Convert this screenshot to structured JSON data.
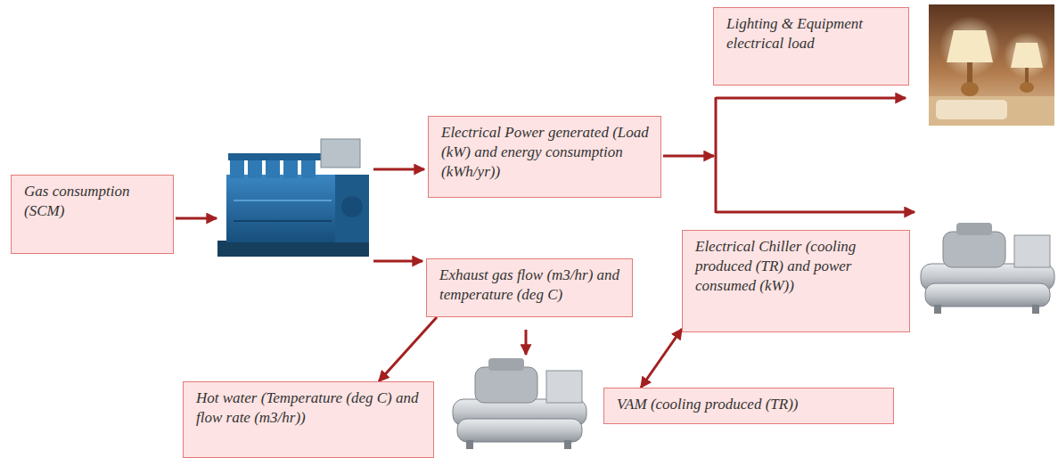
{
  "diagram": {
    "nodes": [
      {
        "text": [
          "Gas consumption (SCM)"
        ]
      },
      {
        "text": [
          "Electrical Power generated (Load (kW) and energy consumption (kWh/yr))"
        ]
      },
      {
        "text": [
          "Lighting & Equipment electrical load"
        ]
      },
      {
        "text": [
          "Exhaust gas flow (m3/hr) and temperature (deg C)"
        ]
      },
      {
        "text": [
          "Electrical Chiller (cooling produced (TR) and power consumed (kW))"
        ]
      },
      {
        "text": [
          "Hot water (Temperature (deg C) and flow rate (m3/hr))"
        ]
      },
      {
        "text": [
          "VAM (cooling produced (TR))"
        ]
      }
    ],
    "edges": [
      {
        "from": 3,
        "to": 5,
        "arrow": "to"
      },
      {
        "from": 6,
        "to": 4,
        "arrow": "both"
      }
    ]
  }
}
